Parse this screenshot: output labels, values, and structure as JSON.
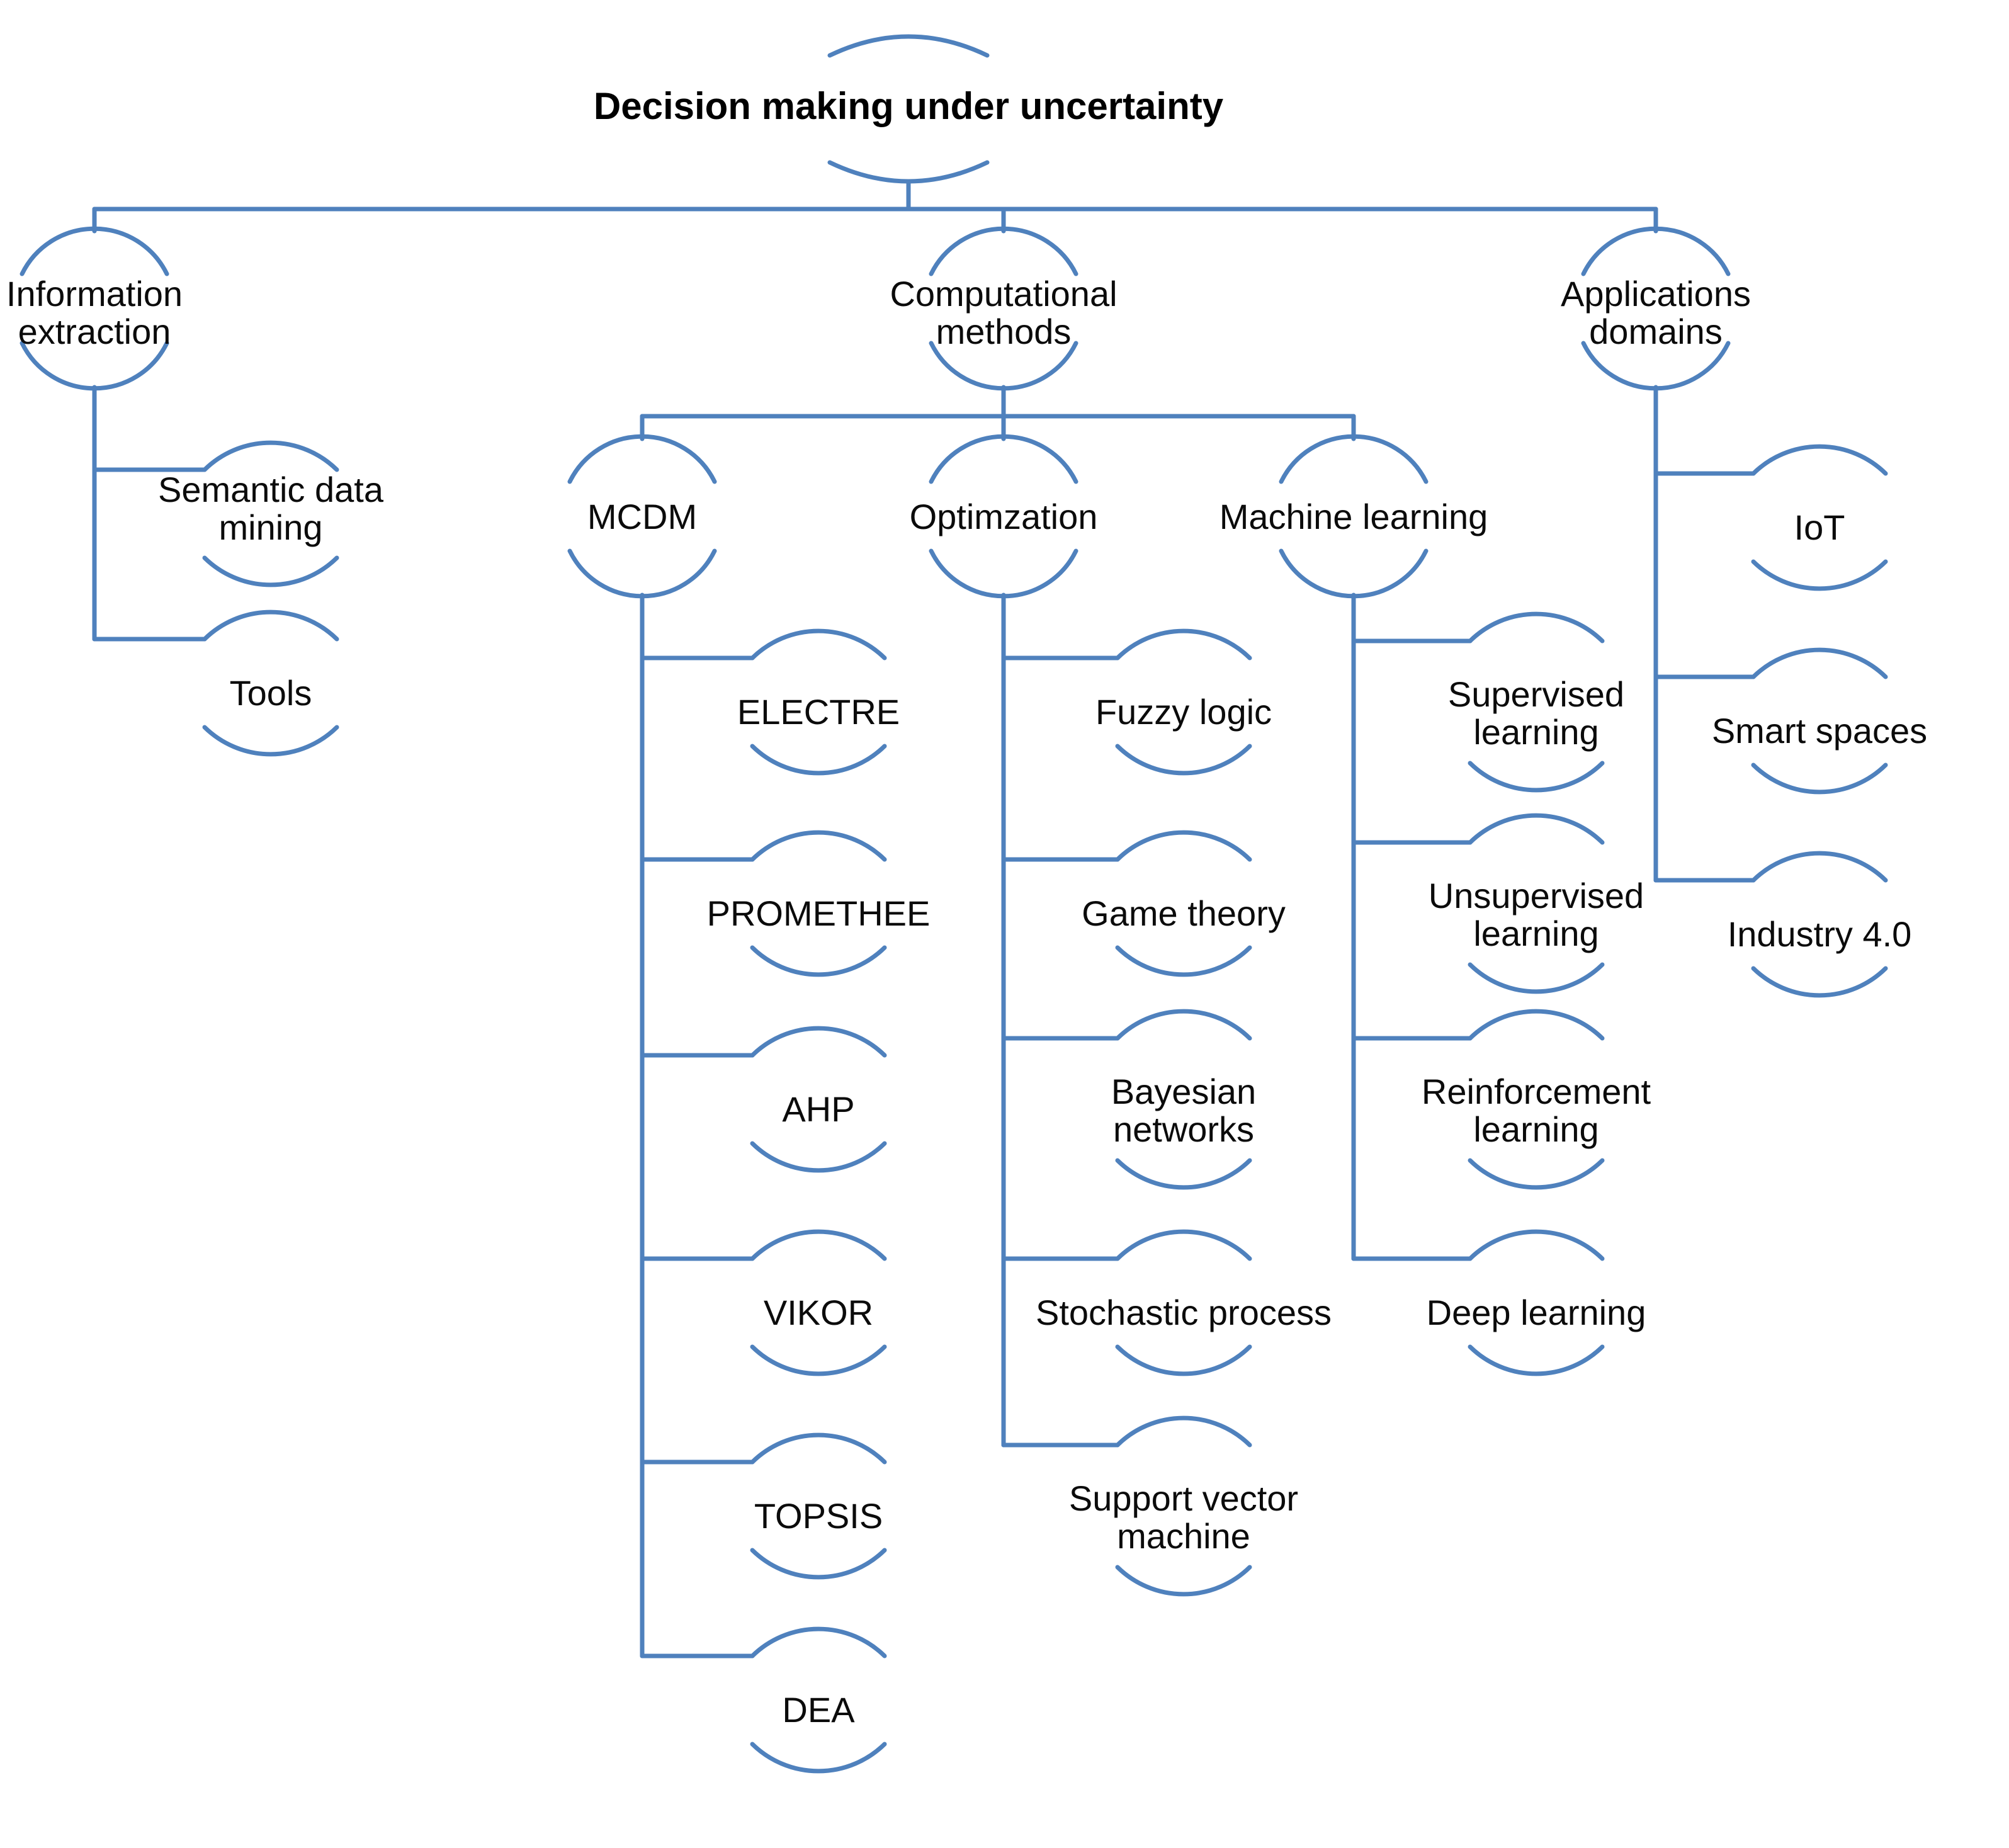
{
  "diagram": {
    "type": "hierarchy-tree",
    "accent_color": "#4f81bd",
    "text_color": "#0b0b0b"
  },
  "tree": {
    "label": "Decision making under uncertainty",
    "children": [
      {
        "label": "Information extraction",
        "children": [
          {
            "label": "Semantic data mining"
          },
          {
            "label": "Tools"
          }
        ]
      },
      {
        "label": "Computational methods",
        "children": [
          {
            "label": "MCDM",
            "children": [
              {
                "label": "ELECTRE"
              },
              {
                "label": "PROMETHEE"
              },
              {
                "label": "AHP"
              },
              {
                "label": "VIKOR"
              },
              {
                "label": "TOPSIS"
              },
              {
                "label": "DEA"
              }
            ]
          },
          {
            "label": "Optimzation",
            "children": [
              {
                "label": "Fuzzy logic"
              },
              {
                "label": "Game theory"
              },
              {
                "label": "Bayesian networks"
              },
              {
                "label": "Stochastic process"
              },
              {
                "label": "Support vector machine"
              }
            ]
          },
          {
            "label": "Machine learning",
            "children": [
              {
                "label": "Supervised learning"
              },
              {
                "label": "Unsupervised learning"
              },
              {
                "label": "Reinforcement learning"
              },
              {
                "label": "Deep learning"
              }
            ]
          }
        ]
      },
      {
        "label": "Applications domains",
        "children": [
          {
            "label": "IoT"
          },
          {
            "label": "Smart spaces"
          },
          {
            "label": "Industry 4.0"
          }
        ]
      }
    ]
  }
}
